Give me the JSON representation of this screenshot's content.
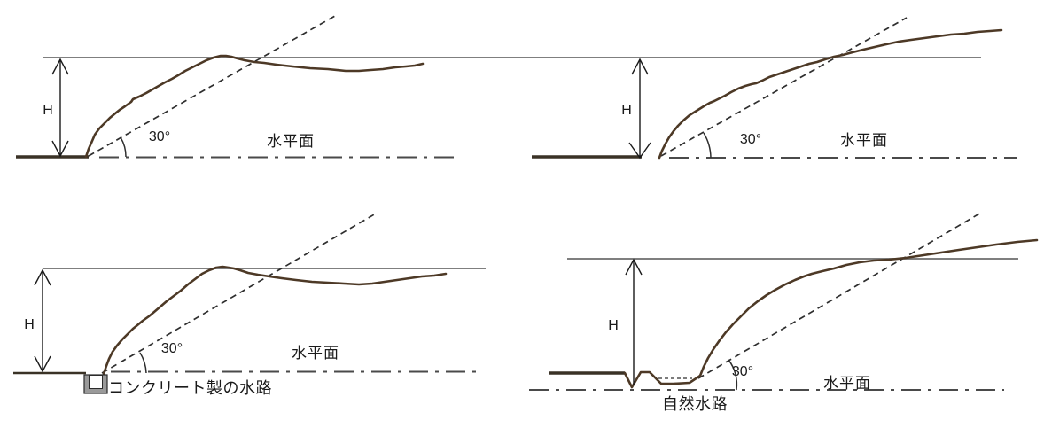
{
  "figure": {
    "description_visible_text_only": true,
    "colors": {
      "terrain_brown": "#4d3926",
      "ground_dark": "#3a3226",
      "top_level_gray": "#7f7f7f",
      "horizontal_plane_gray": "#4a4a4a",
      "dashed_line_dark": "#2e2e2e",
      "text_black": "#1a1a1a",
      "channel_wall_gray": "#9a9a9a",
      "background": "#ffffff"
    }
  },
  "panels": [
    {
      "id": "top-left",
      "height_label": "H",
      "angle_label": "30°",
      "plane_label": "水平面"
    },
    {
      "id": "top-right",
      "height_label": "H",
      "angle_label": "30°",
      "plane_label": "水平面"
    },
    {
      "id": "bottom-left",
      "height_label": "H",
      "angle_label": "30°",
      "plane_label": "水平面",
      "channel_label": "コンクリート製の水路"
    },
    {
      "id": "bottom-right",
      "height_label": "H",
      "angle_label": "30°",
      "plane_label": "水平面",
      "channel_label": "自然水路"
    }
  ]
}
